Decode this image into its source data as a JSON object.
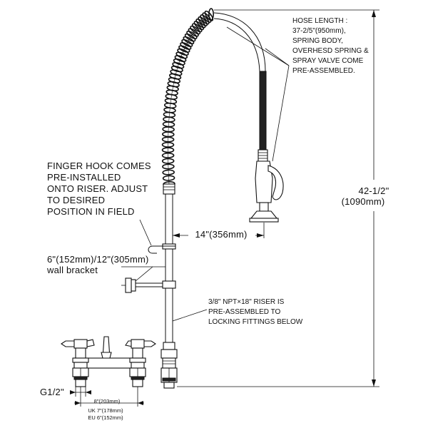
{
  "notes": {
    "hose_length": [
      "HOSE LENGTH :",
      "37-2/5\"(950mm),",
      "SPRING BODY,",
      "OVERHESD SPRING &",
      "SPRAY VALVE COME",
      "PRE-ASSEMBLED."
    ],
    "finger_hook": [
      "FINGER HOOK COMES",
      "PRE-INSTALLED",
      "ONTO RISER. ADJUST",
      "TO DESIRED",
      "POSITION IN FIELD"
    ],
    "wall_bracket": [
      "6\"(152mm)/12\"(305mm)",
      "wall bracket"
    ],
    "riser": [
      "3/8\" NPT×18\" RISER IS",
      "PRE-ASSEMBLED TO",
      "LOCKING FITTINGS BELOW"
    ]
  },
  "dimensions": {
    "overall_height": [
      "42-1/2\"",
      "(1090mm)"
    ],
    "reach": "14\"(356mm)",
    "inlet_thread": "G1/2\"",
    "centers": [
      "8\"(203mm)",
      "UK 7\"(178mm)",
      "EU 6\"(152mm)"
    ]
  }
}
